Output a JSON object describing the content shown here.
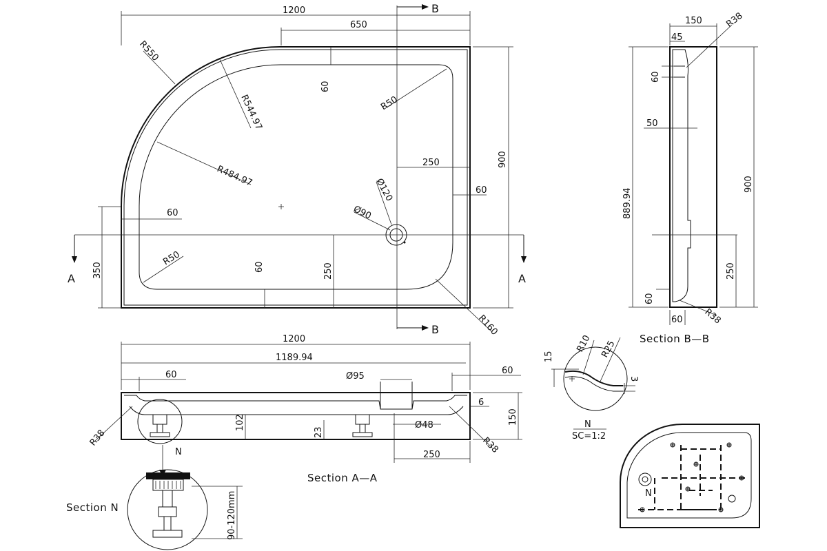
{
  "plan": {
    "width": "1200",
    "top_straight": "650",
    "height": "900",
    "r_outer": "R550",
    "r_inner_top": "R544.97",
    "r_inner": "R484.97",
    "r_corner_tr": "R50",
    "r_corner_bl": "R50",
    "r_corner_br": "R160",
    "rim_top": "60",
    "rim_left": "60",
    "rim_right": "60",
    "rim_bottom": "60",
    "drain_outer": "Ø120",
    "drain_inner": "Ø90",
    "drain_from_right": "250",
    "drain_from_bottom": "250",
    "section_line_height": "350",
    "cut_a": "A",
    "cut_b": "B"
  },
  "section_aa": {
    "label": "Section   A—A",
    "width": "1200",
    "inner_width": "1189.94",
    "rim_left": "60",
    "rim_right": "60",
    "drain_dia": "Ø95",
    "drain_bottom_dia": "Ø48",
    "radius_left": "R38",
    "radius_right": "R38",
    "height": "150",
    "leg_height": "102",
    "base_height": "23",
    "drain_offset": "250",
    "step": "6",
    "detail_marker": "N"
  },
  "section_bb": {
    "label": "Section  B—B",
    "depth": "150",
    "inner": "45",
    "radius_top": "R38",
    "radius_bottom": "R38",
    "rim_top": "60",
    "wall": "50",
    "height": "900",
    "inner_height": "889.94",
    "drain_pos": "250",
    "rim_bottom": "60",
    "base": "60"
  },
  "detail_n": {
    "label": "N",
    "scale": "SC=1:2",
    "r1": "R10",
    "r2": "R25",
    "d1": "15",
    "d2": "3"
  },
  "section_n": {
    "label": "Section  N",
    "adjust_range": "90-120mm"
  },
  "underside": {
    "marker": "N"
  }
}
